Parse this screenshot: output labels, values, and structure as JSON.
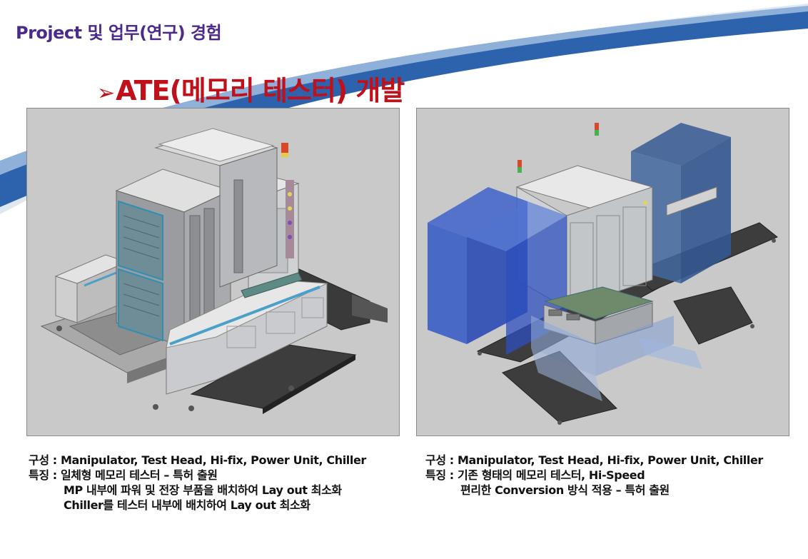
{
  "header": {
    "title": "Project 및 업무(연구) 경험"
  },
  "slide": {
    "bullet": "➢",
    "title": "ATE(메모리 테스터) 개발"
  },
  "colors": {
    "title_red": "#c0111a",
    "header_purple": "#4b2a8c",
    "swoosh_blue": "#1f5aa8"
  },
  "left": {
    "composition_label": "구성 :",
    "composition": "Manipulator, Test Head, Hi-fix, Power Unit, Chiller",
    "feature_label": "특징 :",
    "features": [
      "일체형 메모리 테스터 – 특허 출원",
      "MP 내부에 파워 및 전장 부품을 배치하여 Lay out 최소화",
      "Chiller를 테스터 내부에 배치하여 Lay out 최소화"
    ]
  },
  "right": {
    "composition_label": "구성 :",
    "composition": "Manipulator, Test Head, Hi-fix, Power Unit, Chiller",
    "feature_label": "특징 :",
    "features": [
      "기존 형태의 메모리 테스터, Hi-Speed",
      "편리한 Conversion 방식 적용 – 특허 출원"
    ]
  }
}
